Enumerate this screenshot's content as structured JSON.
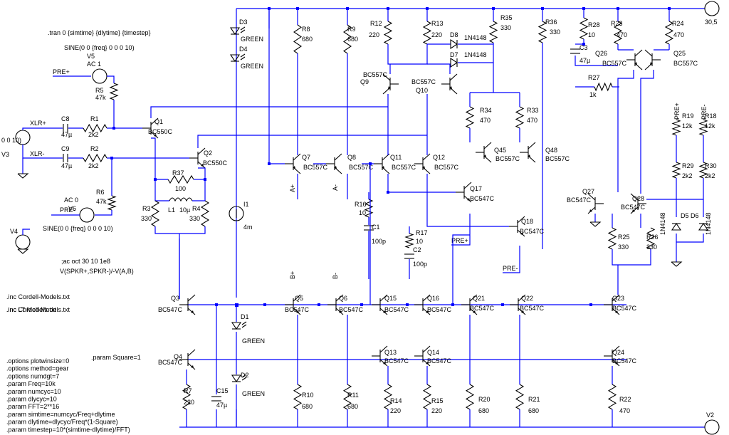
{
  "directives": {
    "tran": ".tran 0 {simtime} {dlytime} {timestep}",
    "ac": ";ac oct 30 10 1e8",
    "probe": "V(SPKR+,SPKR-)/-V(A,B)",
    "inc1": ".inc Cordell-Models.txt",
    "inc2": ".inc LT Models.txt",
    "param_square": ".param Square=1",
    "options": [
      ".options plotwinsize=0",
      ".options method=gear",
      ".options numdgt=7",
      ".param Freq=10k",
      ".param numcyc=10",
      ".param dlycyc=10",
      ".param FFT=2**16",
      ".param simtime=numcyc/Freq+dlytime",
      ".param dlytime=dlycyc/Freq*(1-Square)",
      ".param timestep=10*(simtime-dlytime)/FFT)"
    ]
  },
  "sources": {
    "v5_sine": "SINE(0 0 {freq} 0 0 0 10)",
    "v5_name": "V5",
    "v5_ac": "AC 1",
    "v6_sine": "SINE(0 0 {freq} 0 0 0 10)",
    "v6_name": "V6",
    "v6_ac": "AC 0",
    "v3_val": "0 0 10)",
    "v3_name": "V3",
    "v4_name": "V4",
    "v1_val": "30,5",
    "v2_name": "V2",
    "i1_name": "I1",
    "i1_val": "4m"
  },
  "nets": {
    "pre_plus": "PRE+",
    "pre_minus": "PRE-",
    "xlr_plus": "XLR+",
    "xlr_minus": "XLR-",
    "a_plus": "A+",
    "a_minus": "A-",
    "b_plus": "B+",
    "b_minus": "B-",
    "pre_plus_2": "PRE+",
    "pre_minus_2": "PRE-",
    "pre_plus_3": "PRE+",
    "pre_minus_3": "PRE-"
  },
  "components": [
    {
      "ref": "R5",
      "val": "47k"
    },
    {
      "ref": "C8",
      "val": "47µ"
    },
    {
      "ref": "R1",
      "val": "2k2"
    },
    {
      "ref": "C9",
      "val": "47µ"
    },
    {
      "ref": "R2",
      "val": "2k2"
    },
    {
      "ref": "R6",
      "val": "47k"
    },
    {
      "ref": "Q1",
      "val": "BC550C"
    },
    {
      "ref": "Q2",
      "val": "BC550C"
    },
    {
      "ref": "R37",
      "val": "100"
    },
    {
      "ref": "L1",
      "val": "10µ"
    },
    {
      "ref": "R3",
      "val": "330"
    },
    {
      "ref": "R4",
      "val": "330"
    },
    {
      "ref": "D3",
      "val": "GREEN"
    },
    {
      "ref": "D4",
      "val": "GREEN"
    },
    {
      "ref": "D1",
      "val": "GREEN"
    },
    {
      "ref": "D2",
      "val": "GREEN"
    },
    {
      "ref": "R8",
      "val": "680"
    },
    {
      "ref": "R9",
      "val": "680"
    },
    {
      "ref": "R12",
      "val": "220"
    },
    {
      "ref": "R13",
      "val": "220"
    },
    {
      "ref": "D8",
      "val": "1N4148"
    },
    {
      "ref": "D7",
      "val": "1N4148"
    },
    {
      "ref": "R35",
      "val": "330"
    },
    {
      "ref": "R36",
      "val": "330"
    },
    {
      "ref": "R28",
      "val": "10"
    },
    {
      "ref": "C3",
      "val": "47µ"
    },
    {
      "ref": "R27",
      "val": "1k"
    },
    {
      "ref": "R23",
      "val": "470"
    },
    {
      "ref": "R24",
      "val": "470"
    },
    {
      "ref": "Q26",
      "val": "BC557C"
    },
    {
      "ref": "Q25",
      "val": "BC557C"
    },
    {
      "ref": "Q9",
      "val": "BC557C"
    },
    {
      "ref": "Q10",
      "val": "BC557C"
    },
    {
      "ref": "R34",
      "val": "470"
    },
    {
      "ref": "R33",
      "val": "470"
    },
    {
      "ref": "Q7",
      "val": "BC557C"
    },
    {
      "ref": "Q8",
      "val": "BC557C"
    },
    {
      "ref": "Q11",
      "val": "BC557C"
    },
    {
      "ref": "Q12",
      "val": "BC557C"
    },
    {
      "ref": "Q45",
      "val": "BC557C"
    },
    {
      "ref": "Q48",
      "val": "BC557C"
    },
    {
      "ref": "R19",
      "val": "12k"
    },
    {
      "ref": "R18",
      "val": "12k"
    },
    {
      "ref": "R29",
      "val": "2k2"
    },
    {
      "ref": "R30",
      "val": "2k2"
    },
    {
      "ref": "Q17",
      "val": "BC547C"
    },
    {
      "ref": "Q18",
      "val": "BC547C"
    },
    {
      "ref": "Q27",
      "val": "BC547C"
    },
    {
      "ref": "Q28",
      "val": "BC547C"
    },
    {
      "ref": "R16",
      "val": "10"
    },
    {
      "ref": "C1",
      "val": "100p"
    },
    {
      "ref": "R17",
      "val": "10"
    },
    {
      "ref": "C2",
      "val": "100p"
    },
    {
      "ref": "D5",
      "val": "1N4148"
    },
    {
      "ref": "D6",
      "val": "1N4148"
    },
    {
      "ref": "R25",
      "val": "330"
    },
    {
      "ref": "R26",
      "val": "330"
    },
    {
      "ref": "Q3",
      "val": "BC547C"
    },
    {
      "ref": "Q4",
      "val": "BC547C"
    },
    {
      "ref": "Q5",
      "val": "BC547C"
    },
    {
      "ref": "Q6",
      "val": "BC547C"
    },
    {
      "ref": "Q15",
      "val": "BC547C"
    },
    {
      "ref": "Q16",
      "val": "BC547C"
    },
    {
      "ref": "Q21",
      "val": "BC547C"
    },
    {
      "ref": "Q22",
      "val": "BC547C"
    },
    {
      "ref": "Q23",
      "val": "BC547C"
    },
    {
      "ref": "Q13",
      "val": "BC547C"
    },
    {
      "ref": "Q14",
      "val": "BC547C"
    },
    {
      "ref": "Q24",
      "val": "BC547C"
    },
    {
      "ref": "R7",
      "val": "220"
    },
    {
      "ref": "C15",
      "val": "47µ"
    },
    {
      "ref": "R10",
      "val": "680"
    },
    {
      "ref": "R11",
      "val": "680"
    },
    {
      "ref": "R14",
      "val": "220"
    },
    {
      "ref": "R15",
      "val": "220"
    },
    {
      "ref": "R20",
      "val": "680"
    },
    {
      "ref": "R21",
      "val": "680"
    },
    {
      "ref": "R22",
      "val": "470"
    }
  ]
}
